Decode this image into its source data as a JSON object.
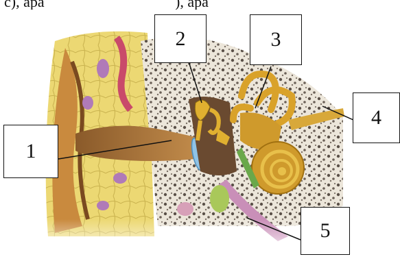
{
  "top_text": {
    "segment_a": "c), apa",
    "segment_b": "), apa"
  },
  "labels": [
    {
      "id": "1",
      "text": "1"
    },
    {
      "id": "2",
      "text": "2"
    },
    {
      "id": "3",
      "text": "3"
    },
    {
      "id": "4",
      "text": "4"
    },
    {
      "id": "5",
      "text": "5"
    }
  ],
  "colors": {
    "skin_yellow": "#e9d46a",
    "canal_brown": "#b07a3a",
    "bone": "#e8e2d6",
    "ossicle_gold": "#d9a22a",
    "eardrum_blue": "#8fc3e6",
    "cochlea_gold": "#cf9a2c",
    "nerve_yellow": "#d8a83a",
    "tube_pink": "#c98fb8"
  },
  "icons": {
    "diagram": "ear-anatomy-illustration"
  }
}
